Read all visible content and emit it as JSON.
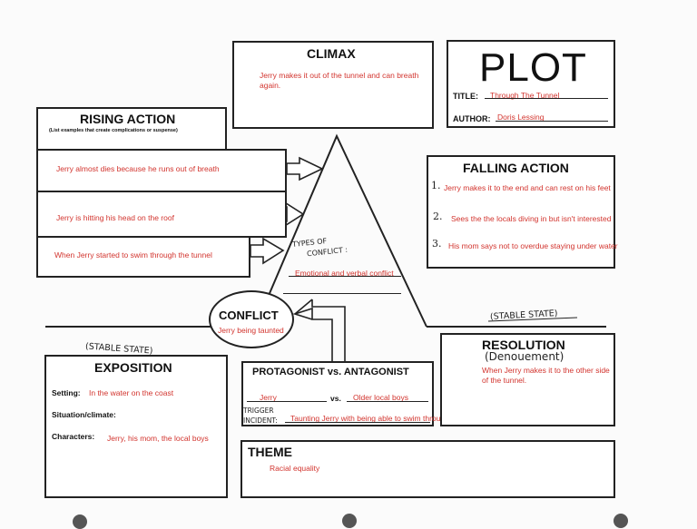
{
  "climax": {
    "heading": "CLIMAX",
    "text": "Jerry makes it out of the tunnel and can breath again."
  },
  "plot": {
    "heading": "PLOT",
    "title_label": "TITLE:",
    "title_value": "Through The Tunnel",
    "author_label": "AUTHOR:",
    "author_value": "Doris Lessing"
  },
  "rising_action": {
    "heading": "RISING ACTION",
    "subheading": "(List examples that create complications or suspense)",
    "items": [
      "Jerry almost dies because he runs out of breath",
      "Jerry is hitting his head on the roof",
      "When Jerry started to swim through the tunnel"
    ]
  },
  "falling_action": {
    "heading": "FALLING ACTION",
    "numbers": [
      "1.",
      "2.",
      "3."
    ],
    "items": [
      "Jerry makes it to the end and can rest on his feet",
      "Sees the the locals diving in but isn't interested",
      "His mom says not to overdue staying under water"
    ]
  },
  "types_of_conflict": {
    "label_line1": "TYPES OF",
    "label_line2": "CONFLICT :",
    "value": "Emotional and verbal conflict"
  },
  "conflict": {
    "heading": "CONFLICT",
    "text": "Jerry being taunted"
  },
  "stable_state_left": "(STABLE STATE)",
  "stable_state_right": "(STABLE STATE)",
  "exposition": {
    "heading": "EXPOSITION",
    "setting_label": "Setting:",
    "setting_value": "In the water on the coast",
    "situation_label": "Situation/climate:",
    "situation_value": "",
    "characters_label": "Characters:",
    "characters_value": "Jerry, his mom, the local boys"
  },
  "protagonist": {
    "heading": "PROTAGONIST vs. ANTAGONIST",
    "protagonist_value": "Jerry",
    "vs_label": "vs.",
    "antagonist_value": "Older local boys",
    "trigger_label_line1": "TRIGGER",
    "trigger_label_line2": "INCIDENT:",
    "trigger_value": "Taunting Jerry with being able to swim through"
  },
  "resolution": {
    "heading": "RESOLUTION",
    "subheading": "(Denouement)",
    "text": "When Jerry makes it to the other side of the tunnel."
  },
  "theme": {
    "heading": "THEME",
    "text": "Racial equality"
  }
}
